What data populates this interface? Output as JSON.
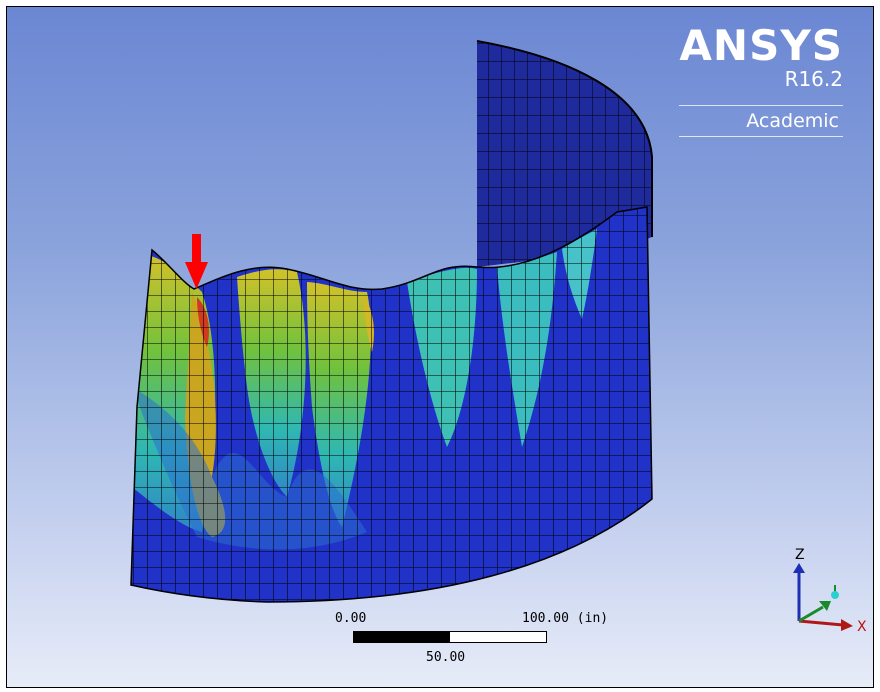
{
  "brand": {
    "name": "ANSYS",
    "version": "R16.2",
    "edition": "Academic"
  },
  "scale": {
    "start_label": "0.00",
    "end_label": "100.00 (in)",
    "mid_label": "50.00"
  },
  "triad": {
    "z_label": "Z",
    "x_label": "X"
  },
  "colors": {
    "background_top": "#6b87d3",
    "background_bottom": "#e7ecf8",
    "mesh_blue": "#1e2fb4",
    "marker": "#ff0000"
  }
}
